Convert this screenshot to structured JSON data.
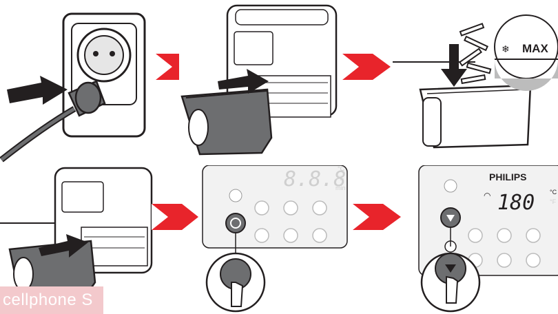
{
  "steps": [
    {
      "id": 1,
      "desc": "plug-in"
    },
    {
      "id": 2,
      "desc": "pull-out-basket"
    },
    {
      "id": 3,
      "desc": "fill-to-max"
    },
    {
      "id": 4,
      "desc": "push-in-basket"
    },
    {
      "id": 5,
      "desc": "press-power"
    },
    {
      "id": 6,
      "desc": "set-temperature"
    }
  ],
  "labels": {
    "max": "MAX",
    "display_placeholder": "8.8.8",
    "temperature": "180",
    "unit_c": "°C",
    "unit_f": "°F",
    "unit_min": "min",
    "brand": "PHILIPS",
    "watermark": "cellphone S"
  },
  "colors": {
    "arrow_red": "#e8242b",
    "basket_gray": "#6d6e70",
    "line_dark": "#231f20",
    "panel_bg": "#f2f2f2"
  }
}
